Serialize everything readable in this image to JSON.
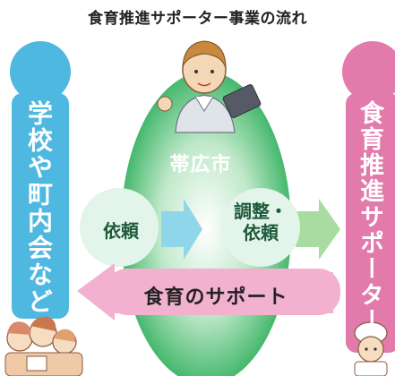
{
  "title": "食育推進サポーター事業の流れ",
  "left_pillar": {
    "label": "学校や町内会など",
    "color": "#4fb8e0"
  },
  "right_pillar": {
    "label": "食育推進サポーター",
    "color": "#e27aac"
  },
  "center": {
    "label": "帯広市",
    "color": "#3fb56a"
  },
  "flow": {
    "request_label": "依頼",
    "adjust_label_line1": "調整・",
    "adjust_label_line2": "依頼",
    "support_label": "食育のサポート"
  },
  "colors": {
    "arrow_right": "#8fd6ea",
    "arrow_green": "#a9dca0",
    "support_arrow": "#f2b2cf",
    "bubble": "#e3f4ea"
  },
  "icons": [
    "city-staff-illustration",
    "people-group-illustration",
    "supporter-illustration"
  ]
}
